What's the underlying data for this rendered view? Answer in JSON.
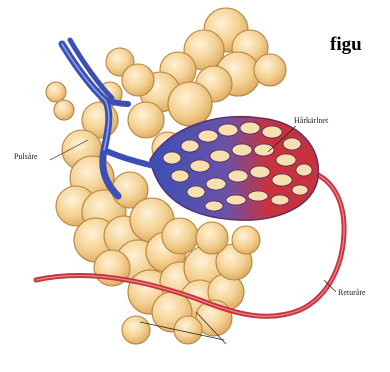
{
  "heading": "figu",
  "labels": {
    "capillaries": "Hårkärlnet",
    "artery": "Pulsåre",
    "vein": "Returåre"
  },
  "colors": {
    "alveoli_fill": "#f4d295",
    "alveoli_stroke": "#b8843f",
    "artery_blue": "#3b4fb5",
    "vein_red": "#c8323c",
    "background": "#ffffff"
  }
}
